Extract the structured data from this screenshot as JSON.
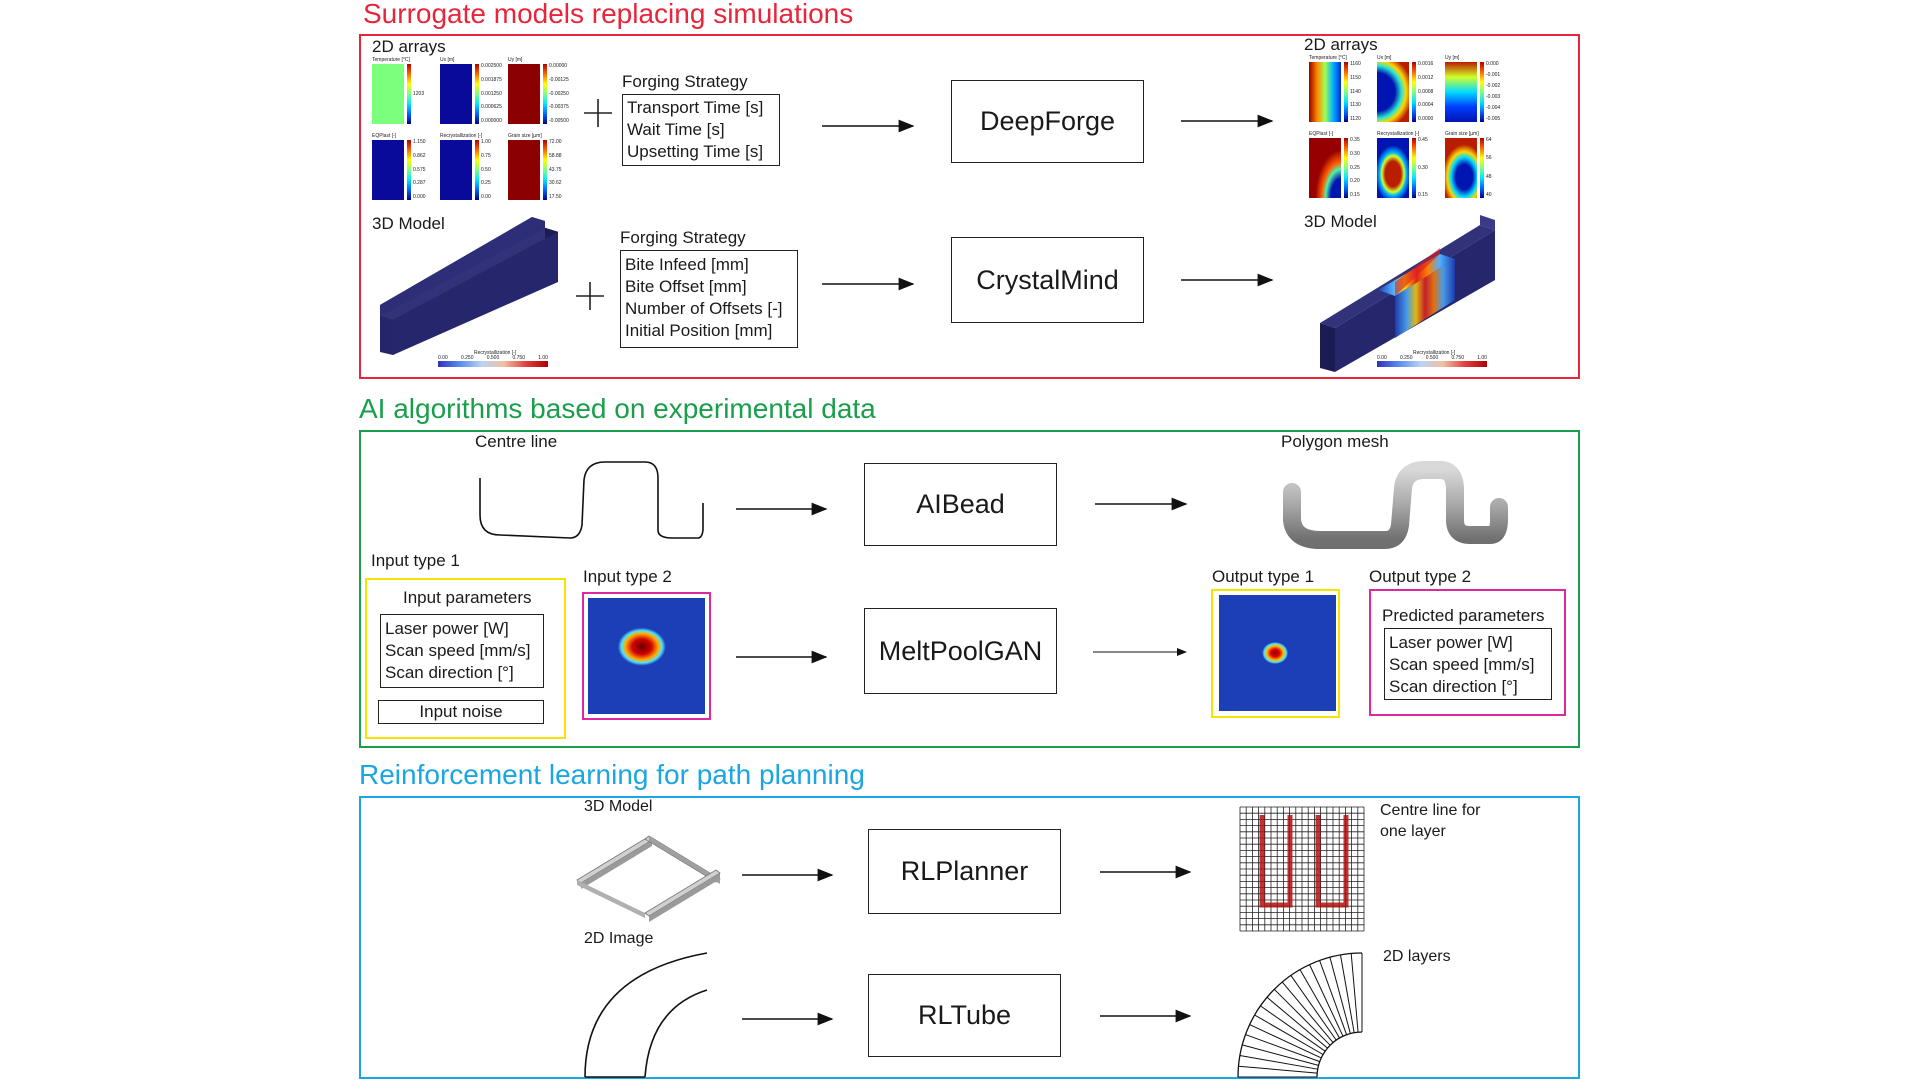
{
  "sections": {
    "surrogate": {
      "title": "Surrogate models replacing simulations",
      "color": "#e8253a",
      "left_2d_label": "2D arrays",
      "left_3d_label": "3D Model",
      "right_2d_label": "2D arrays",
      "right_3d_label": "3D Model",
      "forging1": {
        "heading": "Forging Strategy",
        "items": [
          "Transport Time [s]",
          "Wait Time [s]",
          "Upsetting Time [s]"
        ]
      },
      "forging2": {
        "heading": "Forging Strategy",
        "items": [
          "Bite Infeed [mm]",
          "Bite Offset [mm]",
          "Number of Offsets [-]",
          "Initial Position [mm]"
        ]
      },
      "model1": "DeepForge",
      "model2": "CrystalMind",
      "heatmaps_left": [
        {
          "label": "Temperature [°C]",
          "ticks": [
            "1203"
          ]
        },
        {
          "label": "Ux [m]",
          "ticks": [
            "0.002500",
            "0.001875",
            "0.001250",
            "0.000625",
            "0.000000"
          ]
        },
        {
          "label": "Uy [m]",
          "ticks": [
            "0.00000",
            "-0.00125",
            "-0.00250",
            "-0.00375",
            "-0.00500"
          ]
        },
        {
          "label": "EQPlast [-]",
          "ticks": [
            "1.150",
            "0.862",
            "0.575",
            "0.287",
            "0.000"
          ]
        },
        {
          "label": "Recrystallization [-]",
          "ticks": [
            "1.00",
            "0.75",
            "0.50",
            "0.25",
            "0.00"
          ]
        },
        {
          "label": "Grain size [µm]",
          "ticks": [
            "72.00",
            "58.88",
            "43.75",
            "30.62",
            "17.50"
          ]
        }
      ],
      "heatmaps_right": [
        {
          "label": "Temperature [°C]",
          "ticks": [
            "1160",
            "1150",
            "1140",
            "1130",
            "1120"
          ]
        },
        {
          "label": "Ux [m]",
          "ticks": [
            "0.0016",
            "0.0012",
            "0.0008",
            "0.0004",
            "0.0000"
          ]
        },
        {
          "label": "Uy [m]",
          "ticks": [
            "0.000",
            "-0.001",
            "-0.002",
            "-0.003",
            "-0.004",
            "-0.005"
          ]
        },
        {
          "label": "EQPlast [-]",
          "ticks": [
            "0.35",
            "0.30",
            "0.25",
            "0.20",
            "0.15"
          ]
        },
        {
          "label": "Recrystallization [-]",
          "ticks": [
            "0.45",
            "0.30",
            "0.15"
          ]
        },
        {
          "label": "Grain size [µm]",
          "ticks": [
            "64",
            "56",
            "48",
            "40"
          ]
        }
      ],
      "colorbar_label": "Recrystallization [-]",
      "colorbar_ticks": [
        "0.00",
        "0.250",
        "0.500",
        "0.750",
        "1.00"
      ]
    },
    "ai": {
      "title": "AI algorithms based on experimental data",
      "color": "#1a9e4b",
      "centre_line_label": "Centre line",
      "polygon_mesh_label": "Polygon mesh",
      "model1": "AIBead",
      "model2": "MeltPoolGAN",
      "input_type1_label": "Input type 1",
      "input_type2_label": "Input type 2",
      "output_type1_label": "Output type 1",
      "output_type2_label": "Output type 2",
      "input_params_heading": "Input parameters",
      "input_params": [
        "Laser power [W]",
        "Scan speed [mm/s]",
        "Scan direction [°]"
      ],
      "input_noise": "Input noise",
      "predicted_heading": "Predicted parameters",
      "predicted_params": [
        "Laser power [W]",
        "Scan speed [mm/s]",
        "Scan direction [°]"
      ],
      "yellow": "#f5e400",
      "magenta": "#e0279b"
    },
    "rl": {
      "title": "Reinforcement learning for path planning",
      "color": "#1aa6e0",
      "model_3d_label": "3D Model",
      "image_2d_label": "2D Image",
      "model1": "RLPlanner",
      "model2": "RLTube",
      "centre_line_label_1": "Centre line for",
      "centre_line_label_2": "one layer",
      "layers_label": "2D layers"
    }
  }
}
